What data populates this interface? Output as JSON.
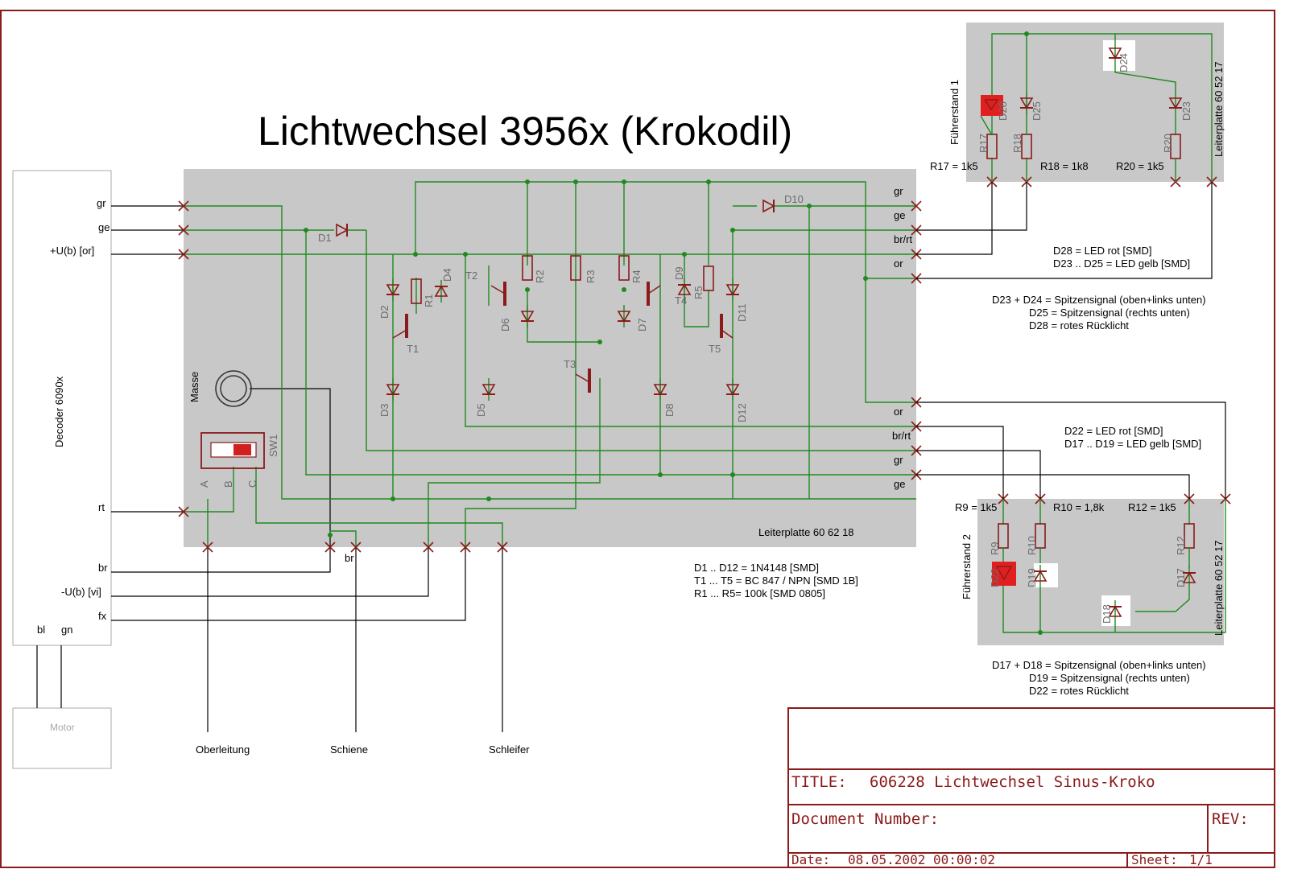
{
  "title": "Lichtwechsel 3956x (Krokodil)",
  "decoder": {
    "name": "Decoder 6090x",
    "pins": [
      "gr",
      "ge",
      "+U(b) [or]",
      "rt",
      "br",
      "-U(b) [vi]",
      "fx"
    ],
    "bottom_pins": [
      "bl",
      "gn"
    ]
  },
  "motor_label": "Motor",
  "main_board": {
    "label": "Leiterplatte 60 62 18",
    "masse_label": "Masse",
    "switch_label": "SW1",
    "switch_pins": [
      "A",
      "B",
      "C"
    ],
    "right_pins_top": [
      "gr",
      "ge",
      "br/rt",
      "or"
    ],
    "right_pins_bottom": [
      "or",
      "br/rt",
      "gr",
      "ge"
    ],
    "bottom_pin_label": "br",
    "components": {
      "diodes": [
        "D1",
        "D2",
        "D3",
        "D4",
        "D5",
        "D6",
        "D7",
        "D8",
        "D9",
        "D10",
        "D11",
        "D12"
      ],
      "transistors": [
        "T1",
        "T2",
        "T3",
        "T4",
        "T5"
      ],
      "resistors": [
        "R1",
        "R2",
        "R3",
        "R4",
        "R5"
      ]
    }
  },
  "external_wires": [
    "Oberleitung",
    "Schiene",
    "Schleifer"
  ],
  "parts_notes": [
    "D1 .. D12 = 1N4148 [SMD]",
    "T1 ... T5 =  BC 847 / NPN [SMD 1B]",
    "R1 ... R5= 100k [SMD 0805]"
  ],
  "cab1": {
    "name": "Führerstand 1",
    "board": "Leiterplatte 60 52 17",
    "components": [
      "D28",
      "D25",
      "D24",
      "D23",
      "R17",
      "R18",
      "R20"
    ],
    "resistor_values": [
      "R17 = 1k5",
      "R18 = 1k8",
      "R20 = 1k5"
    ],
    "led_notes": [
      "D28 = LED rot [SMD]",
      "D23 .. D25 = LED gelb [SMD]"
    ],
    "signal_notes": [
      "D23 + D24 = Spitzensignal (oben+links unten)",
      "D25 = Spitzensignal (rechts unten)",
      "D28 = rotes Rücklicht"
    ]
  },
  "cab2": {
    "name": "Führerstand 2",
    "board": "Leiterplatte 60 52 17",
    "components": [
      "D22",
      "D19",
      "D18",
      "D17",
      "R9",
      "R10",
      "R12"
    ],
    "resistor_values": [
      "R9 = 1k5",
      "R10 = 1,8k",
      "R12 = 1k5"
    ],
    "led_notes": [
      "D22 = LED rot [SMD]",
      "D17 .. D19 = LED gelb [SMD]"
    ],
    "signal_notes": [
      "D17 + D18 = Spitzensignal (oben+links unten)",
      "D19 = Spitzensignal (rechts unten)",
      "D22 = rotes Rücklicht"
    ]
  },
  "title_block": {
    "title_label": "TITLE:",
    "title_value": "606228 Lichtwechsel Sinus-Kroko",
    "doc_label": "Document Number:",
    "rev_label": "REV:",
    "date_label": "Date:",
    "date_value": "08.05.2002 00:00:02",
    "sheet_label": "Sheet:",
    "sheet_value": "1/1"
  },
  "colors": {
    "frame": "#8b1a1a",
    "wire": "#1f8a1f",
    "board": "#c8c8c8",
    "led_red": "#e02020"
  }
}
